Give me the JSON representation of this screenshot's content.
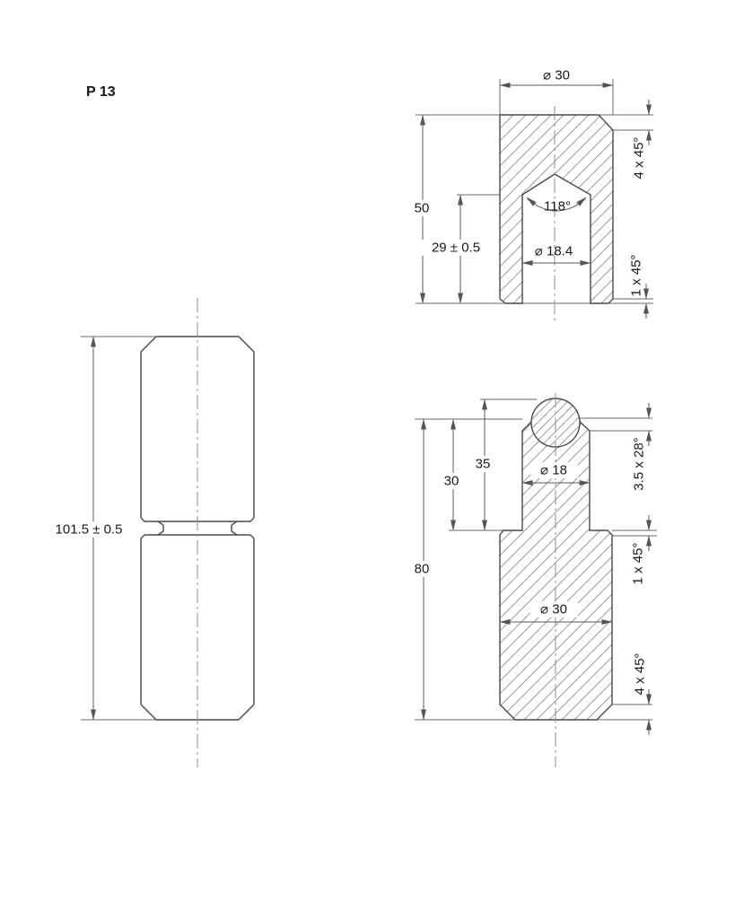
{
  "drawing": {
    "title": "P 13",
    "colors": {
      "background": "#ffffff",
      "outline": "#4a4a4a",
      "dimension_lines": "#5a5a5a",
      "hatching": "#9b9b9b",
      "centerline": "#8d8d8d",
      "text": "#1a1a1a"
    },
    "views": {
      "assembly": {
        "overall_length": "101.5 ± 0.5"
      },
      "socket": {
        "outer_diameter": "⌀ 30",
        "length": "50",
        "bore_depth": "29 ± 0.5",
        "bore_diameter": "⌀ 18.4",
        "drill_point_angle": "118°",
        "top_chamfer": "4 x 45°",
        "bottom_chamfer": "1 x 45°"
      },
      "pin": {
        "overall_length": "80",
        "length_with_ball": "35",
        "shaft_length": "30",
        "shaft_diameter": "⌀ 18",
        "body_diameter": "⌀ 30",
        "tip_chamfer": "3.5 x 28°",
        "shoulder_chamfer": "1 x 45°",
        "bottom_chamfer": "4 x 45°"
      }
    }
  }
}
